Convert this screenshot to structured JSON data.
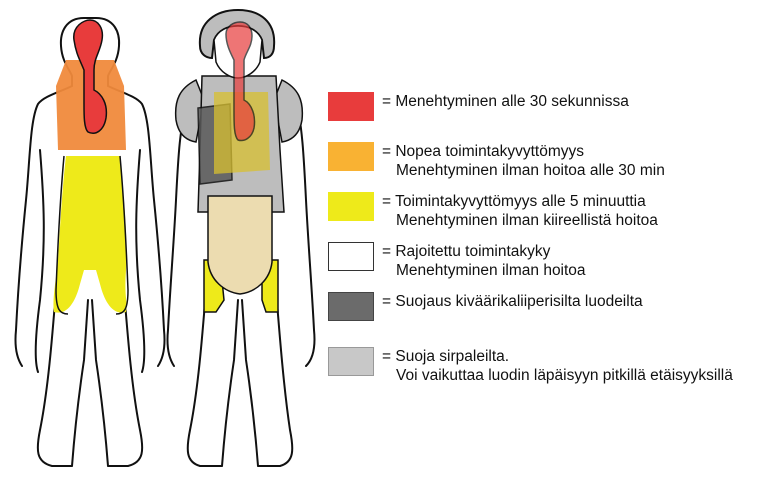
{
  "legend": [
    {
      "color": "#e83c3c",
      "line1": "= Menehtyminen alle 30 sekunnissa",
      "line2": ""
    },
    {
      "color": "#f9b233",
      "line1": "= Nopea toimintakyvyttömyys",
      "line2": "Menehtyminen ilman hoitoa alle 30 min"
    },
    {
      "color": "#eeea1a",
      "line1": "= Toimintakyvyttömyys alle 5 minuuttia",
      "line2": "Menehtyminen ilman kiireellistä hoitoa"
    },
    {
      "color": "#ffffff",
      "line1": "= Rajoitettu toimintakyky",
      "line2": "Menehtyminen ilman hoitoa"
    },
    {
      "color": "#6b6b6b",
      "line1": "= Suojaus kiväärikaliiperisilta luodeilta",
      "line2": ""
    },
    {
      "color": "#c8c8c8",
      "line1": "= Suoja sirpaleilta.",
      "line2": "Voi vaikuttaa luodin läpäisyyn pitkillä etäisyyksillä"
    }
  ],
  "colors": {
    "red": "#e83c3c",
    "orange": "#f08a3c",
    "yellow": "#eeea1a",
    "grey_light": "#bdbdbd",
    "grey_dark": "#5a5a5a",
    "tan": "#ecdcb0"
  }
}
